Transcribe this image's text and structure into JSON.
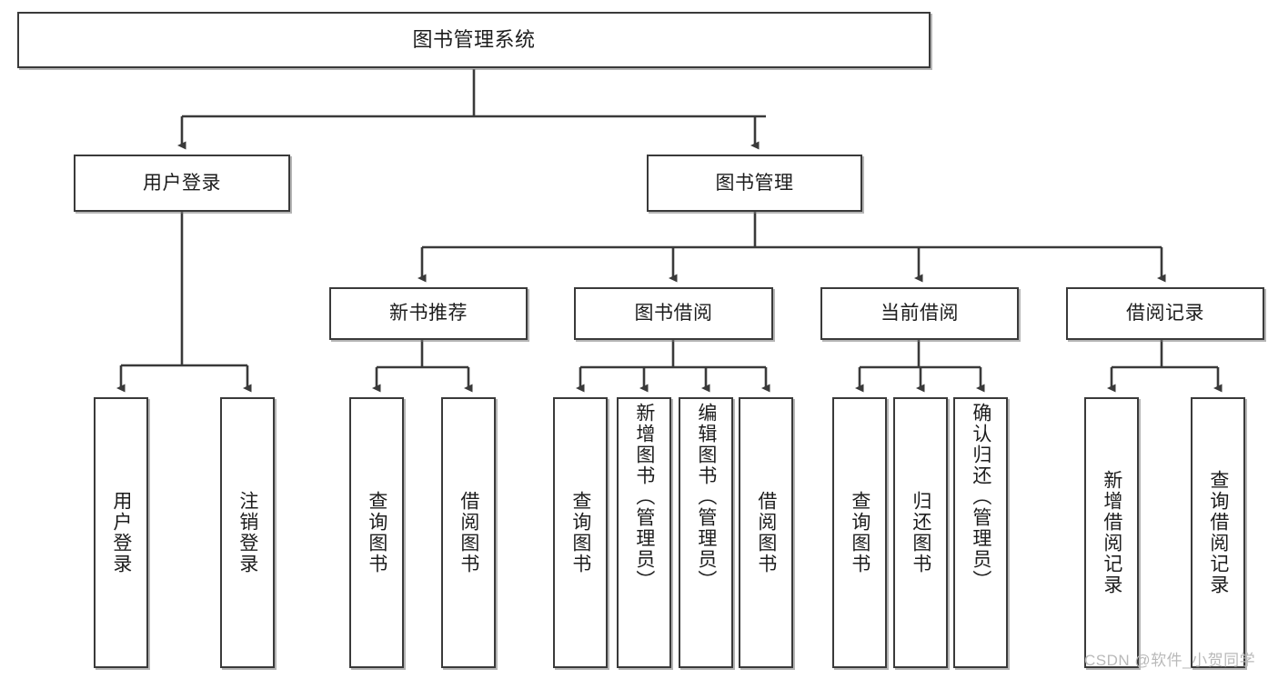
{
  "diagram": {
    "type": "tree-hierarchy",
    "title": "图书管理系统",
    "watermark": "CSDN @软件_小贺同学",
    "colors": {
      "box_border": "#3a3a3a",
      "box_fill": "#ffffff",
      "connector": "#3a3a3a",
      "text": "#1d1d1d",
      "watermark": "#b9b9b9"
    },
    "levels": {
      "root": {
        "label": "图书管理系统"
      },
      "level1": [
        {
          "label": "用户登录"
        },
        {
          "label": "图书管理"
        }
      ],
      "level2": [
        {
          "label": "新书推荐"
        },
        {
          "label": "图书借阅"
        },
        {
          "label": "当前借阅"
        },
        {
          "label": "借阅记录"
        }
      ],
      "leaves": {
        "user_login": [
          {
            "label": "用户登录"
          },
          {
            "label": "注销登录"
          }
        ],
        "new_book_recommend": [
          {
            "label": "查询图书"
          },
          {
            "label": "借阅图书"
          }
        ],
        "book_borrow": [
          {
            "label": "查询图书"
          },
          {
            "label": "新增图书（管理员）"
          },
          {
            "label": "编辑图书（管理员）"
          },
          {
            "label": "借阅图书"
          }
        ],
        "current_borrow": [
          {
            "label": "查询图书"
          },
          {
            "label": "归还图书"
          },
          {
            "label": "确认归还（管理员）"
          }
        ],
        "borrow_record": [
          {
            "label": "新增借阅记录"
          },
          {
            "label": "查询借阅记录"
          }
        ]
      }
    }
  }
}
